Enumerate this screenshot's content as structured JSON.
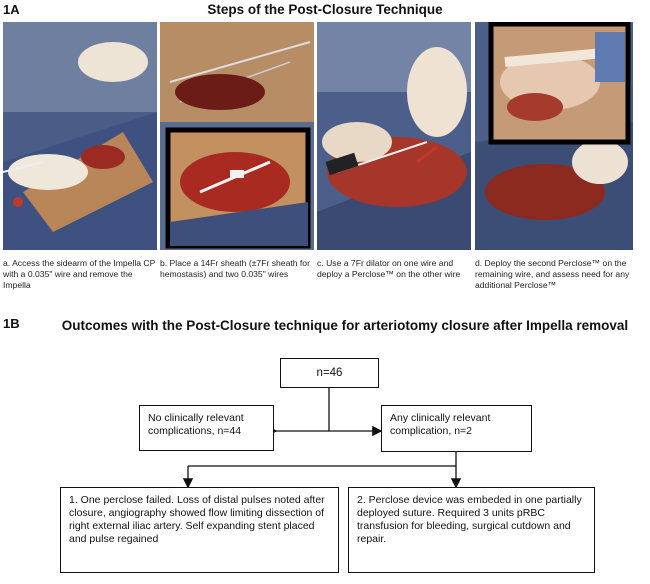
{
  "panel_1a": {
    "label": "1A",
    "title": "Steps of the Post-Closure Technique",
    "captions": [
      "a. Access the sidearm of the Impella CP with a 0.035\" wire and remove the Impella",
      "b. Place a 14Fr sheath (±7Fr sheath for hemostasis) and two 0.035\" wires",
      "c. Use a 7Fr dilator on one wire and deploy a Perclose™ on the other wire",
      "d. Deploy the second Perclose™ on the remaining wire, and assess need for any additional Perclose™"
    ]
  },
  "panel_1b": {
    "label": "1B",
    "title": "Outcomes with the Post-Closure technique for arteriotomy closure after Impella removal",
    "total": "n=46",
    "no_complication": "No clinically relevant complications, n=44",
    "any_complication": "Any clinically relevant complication, n=2",
    "case_1": "1. One perclose failed. Loss of distal pulses noted after closure, angiography showed flow limiting dissection of right external iliac artery. Self expanding stent placed and pulse regained",
    "case_2": "2. Perclose device was embeded in one partially deployed suture. Required 3 units pRBC transfusion for bleeding, surgical cutdown and repair."
  }
}
